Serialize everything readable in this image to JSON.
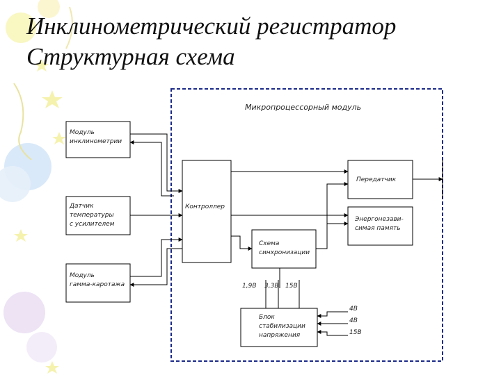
{
  "title": {
    "line1": "Инклинометрический регистратор",
    "line2": "Структурная схема"
  },
  "diagram": {
    "module_label": "Микропроцессорный модуль",
    "blocks": {
      "inclinometer": [
        "Модуль",
        "инклинометрии"
      ],
      "temp_sensor": [
        "Датчик",
        "температуры",
        "с усилителем"
      ],
      "gamma_module": [
        "Модуль",
        "гамма-каротажа"
      ],
      "controller": [
        "Контроллер"
      ],
      "transmitter": [
        "Передатчик"
      ],
      "memory": [
        "Энергонезави-",
        "симая память"
      ],
      "sync": [
        "Схема",
        "синхронизации"
      ],
      "stabilizer": [
        "Блок",
        "стабилизации",
        "напряжения"
      ]
    },
    "voltages_top": [
      "1,9В",
      "3,3В",
      "15В"
    ],
    "inputs_right": [
      "4В",
      "4В",
      "15В"
    ]
  },
  "colors": {
    "frame": "#1a2a8a"
  }
}
